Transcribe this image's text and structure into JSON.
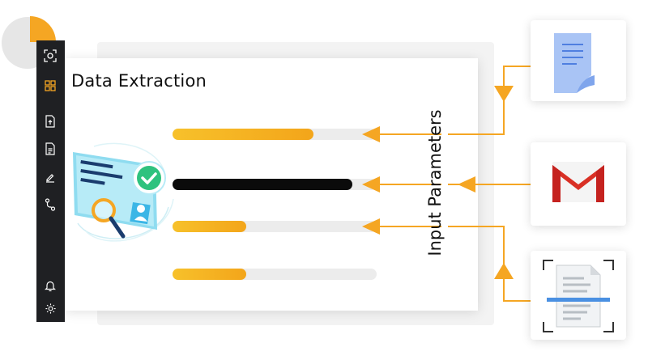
{
  "title": "Data Extraction",
  "side_label": "Input Parameters",
  "colors": {
    "accent": "#F5A623",
    "sidebar_bg": "#1F2023",
    "track": "#ECECEC",
    "highlight_bar": "#0B0B0B"
  },
  "sidebar": {
    "items": [
      {
        "icon": "scan-icon"
      },
      {
        "icon": "grid-icon",
        "active": true
      },
      {
        "icon": "file-upload-icon"
      },
      {
        "icon": "document-icon"
      },
      {
        "icon": "pen-icon"
      },
      {
        "icon": "workflow-icon"
      },
      {
        "icon": "bell-icon"
      },
      {
        "icon": "gear-icon"
      }
    ]
  },
  "bars": [
    {
      "fill": 0.69,
      "style": "accent"
    },
    {
      "fill": 0.88,
      "style": "dark"
    },
    {
      "fill": 0.36,
      "style": "accent"
    },
    {
      "fill": 0.36,
      "style": "accent"
    }
  ],
  "sources": [
    {
      "icon": "document-file-icon"
    },
    {
      "icon": "gmail-icon"
    },
    {
      "icon": "scanned-document-icon"
    }
  ]
}
